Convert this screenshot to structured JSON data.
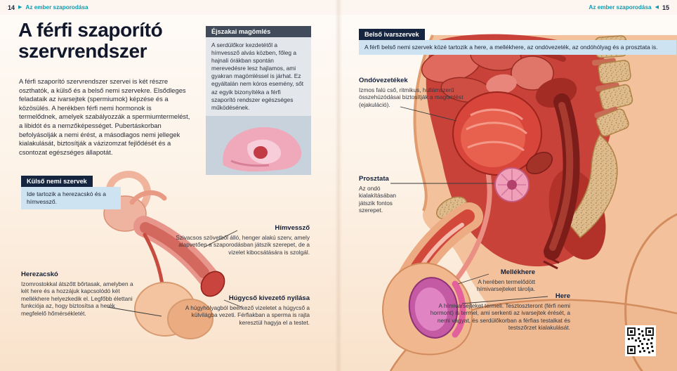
{
  "header": {
    "left_page": "14",
    "right_page": "15",
    "chapter": "Az ember szaporodása",
    "arrow_right": "▶",
    "arrow_left": "◀"
  },
  "title": "A férfi szaporító szervrendszer",
  "intro": "A férfi szaporító szervrendszer szervei is két részre oszthatók, a külső és a belső nemi szervekre. Elsődleges feladataik az ivarsejtek (spermiumok) képzése és a közösülés. A herékben férfi nemi hormonok is termelődnek, amelyek szabályozzák a spermiumtermelést, a libidót és a nemzőképességet. Pubertáskorban befolyásolják a nemi érést, a másodlagos nemi jellegek kialakulását, biztosítják a vázizomzat fejlődését és a csontozat egészséges állapotát.",
  "nocturnal_box": {
    "title": "Éjszakai magömlés",
    "body": "A serdülőkor kezdetétől a hímvessző alvás közben, főleg a hajnali órákban spontán merevedésre lesz hajlamos, ami gyakran magömléssel is járhat. Ez egyáltalán nem kóros esemény, sőt az egyik bizonyítéka a férfi szaporító rendszer egészséges működésének."
  },
  "external_box": {
    "title": "Külső nemi szervek",
    "body": "Ide tartozik a herezacskó és a hímvessző."
  },
  "internal_box": {
    "title": "Belső ivarszervek",
    "body": "A férfi belső nemi szervek közé tartozik a here, a mellékhere, az ondóvezeték, az ondóhólyag és a prosztata is."
  },
  "labels": {
    "herezacsko": {
      "title": "Herezacskó",
      "body": "Izomrostokkal átszőtt bőrtasak, amelyben a két here és a hozzájuk kapcsolódó két mellékhere helyezkedik el. Legfőbb élettani funkciója az, hogy biztosítsa a herék megfelelő hőmérsékletét."
    },
    "himvesszo": {
      "title": "Hímvessző",
      "body": "Szivacsos szövetből álló, henger alakú szerv, amely alapvetően a szaporodásban játszik szerepet, de a vizelet kibocsátására is szolgál."
    },
    "hugycso": {
      "title": "Húgycső kivezető nyílása",
      "body": "A húgyhólyagból beérkező vizeletet a húgycső a külvilágba vezeti. Férfiakban a sperma is rajta keresztül hagyja el a testet."
    },
    "ondovezetekek": {
      "title": "Ondóvezetékek",
      "body": "Izmos falú cső, ritmikus, hullámszerű összehúzódásai biztosítják a magömlést (ejakuláció)."
    },
    "prosztata": {
      "title": "Prosztata",
      "body": "Az ondó kialakításában játszik fontos szerepet."
    },
    "mellekhere": {
      "title": "Mellékhere",
      "body": "A herében termelődött hímivarsejteket tárolja."
    },
    "here": {
      "title": "Here",
      "body": "A hímivarsejteket termeli. Tesztoszteront (férfi nemi hormont) is termel, ami serkenti az ivarsejtek érését, a nemi vágyat, és serdülőkorban a férfias testalkat és testszőrzet kialakulását."
    }
  },
  "colors": {
    "accent_teal": "#0f9ab0",
    "box_header_navy": "#15253f",
    "box_body_blue": "#cde3f1",
    "gray_header": "#414b59",
    "gray_body": "#e3e6ea",
    "page_bottom": "#f9e2cb"
  }
}
